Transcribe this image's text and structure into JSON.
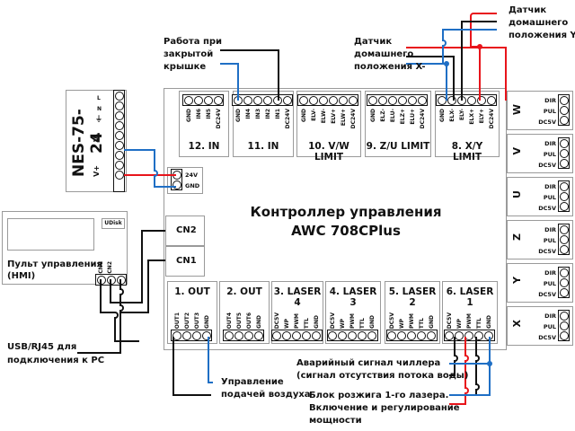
{
  "psu": {
    "model": "NES-75-24",
    "terminals": [
      "L",
      "N",
      "⏚",
      "",
      "V-",
      "",
      "",
      "V+",
      ""
    ]
  },
  "hmi": {
    "title": "Пульт управления",
    "subtitle": "(HMI)",
    "udisk": "UDisk",
    "ports": [
      "CN1",
      "CN2"
    ]
  },
  "controller": {
    "title_line1": "Контроллер управления",
    "title_line2": "AWC 708CPlus",
    "power_pins": [
      "24V",
      "GND"
    ],
    "cn_ports": [
      "CN2",
      "CN1"
    ],
    "top_blocks": [
      {
        "title": "12. IN",
        "pins": [
          "GND",
          "IN6",
          "IN5",
          "DC24V"
        ]
      },
      {
        "title": "11. IN",
        "pins": [
          "GND",
          "IN4",
          "IN3",
          "IN2",
          "IN1",
          "DC24V"
        ]
      },
      {
        "title": "10. V/W LIMIT",
        "pins": [
          "GND",
          "ELV-",
          "ELW-",
          "ELV+",
          "ELW+",
          "DC24V"
        ]
      },
      {
        "title": "9. Z/U LIMIT",
        "pins": [
          "GND",
          "ELZ-",
          "ELU-",
          "ELZ+",
          "ELU+",
          "DC24V"
        ]
      },
      {
        "title": "8. X/Y LIMIT",
        "pins": [
          "GND",
          "ELX-",
          "ELY-",
          "ELX+",
          "ELY+",
          "DC24V"
        ]
      }
    ],
    "bottom_blocks": [
      {
        "title": "1. OUT",
        "pins": [
          "OUT1",
          "OUT2",
          "OUT3",
          "GND"
        ]
      },
      {
        "title": "2. OUT",
        "pins": [
          "OUT4",
          "OUT5",
          "OUT6",
          "GND"
        ]
      },
      {
        "title": "3. LASER 4",
        "pins": [
          "DC5V",
          "WP",
          "PWM",
          "TTL",
          "GND"
        ]
      },
      {
        "title": "4. LASER 3",
        "pins": [
          "DC5V",
          "WP",
          "PWM",
          "TTL",
          "GND"
        ]
      },
      {
        "title": "5. LASER 2",
        "pins": [
          "DC5V",
          "WP",
          "PWM",
          "TTL",
          "GND"
        ]
      },
      {
        "title": "6. LASER 1",
        "pins": [
          "DC5V",
          "WP",
          "PWM",
          "TTL",
          "GND"
        ]
      }
    ],
    "axes": [
      {
        "name": "W",
        "pins": [
          "DIR",
          "PUL",
          "DC5V"
        ]
      },
      {
        "name": "V",
        "pins": [
          "DIR",
          "PUL",
          "DC5V"
        ]
      },
      {
        "name": "U",
        "pins": [
          "DIR",
          "PUL",
          "DC5V"
        ]
      },
      {
        "name": "Z",
        "pins": [
          "DIR",
          "PUL",
          "DC5V"
        ]
      },
      {
        "name": "Y",
        "pins": [
          "DIR",
          "PUL",
          "DC5V"
        ]
      },
      {
        "name": "X",
        "pins": [
          "DIR",
          "PUL",
          "DC5V"
        ]
      }
    ]
  },
  "annotations": {
    "lid": [
      "Работа при",
      "закрытой",
      "крышке"
    ],
    "home_x": [
      "Датчик",
      "домашнего",
      "положения X-"
    ],
    "home_y": [
      "Датчик",
      "домашнего",
      "положения Y-"
    ],
    "usb": [
      "USB/RJ45 для",
      "подключения к PC"
    ],
    "air": [
      "Управление",
      "подачей воздуха"
    ],
    "chiller": [
      "Аварийный сигнал чиллера",
      "(сигнал отсутствия потока воды)"
    ],
    "laser": [
      "Блок розжига 1-го лазера.",
      "Включение и регулирование",
      "мощности"
    ]
  },
  "colors": {
    "red": "#e8141b",
    "blue": "#1f6fc5",
    "black": "#111111",
    "border": "#9a9a9a"
  }
}
